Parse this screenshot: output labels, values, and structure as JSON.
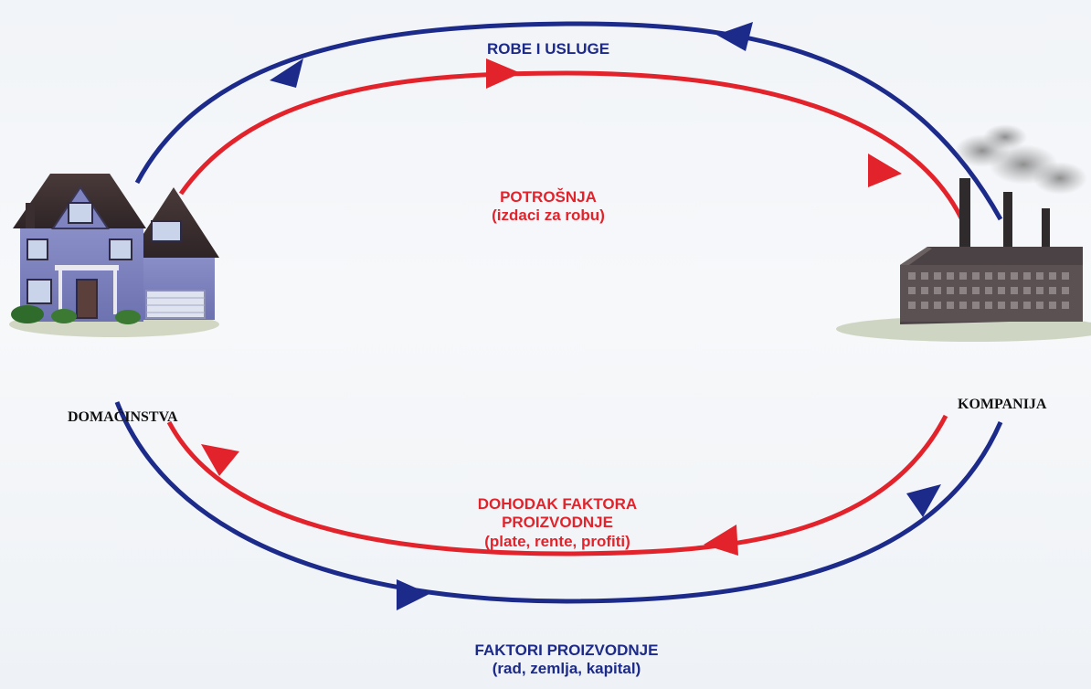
{
  "labels": {
    "goods_and_services": "ROBE I USLUGE",
    "consumption_line1": "POTROŠNJA",
    "consumption_line2": "(izdaci za robu)",
    "factor_income_line1": "DOHODAK FAKTORA",
    "factor_income_line2": "PROIZVODNJE",
    "factor_income_line3": "(plate, rente, profiti)",
    "factors_line1": "FAKTORI PROIZVODNJE",
    "factors_line2": "(rad, zemlja, kapital)",
    "household": "DOMAĆINSTVA",
    "company": "KOMPANIJA"
  },
  "colors": {
    "blue_flow": "#1c2a8a",
    "red_flow": "#e2232b"
  },
  "icons": {
    "household": "house-icon",
    "company": "factory-icon"
  }
}
